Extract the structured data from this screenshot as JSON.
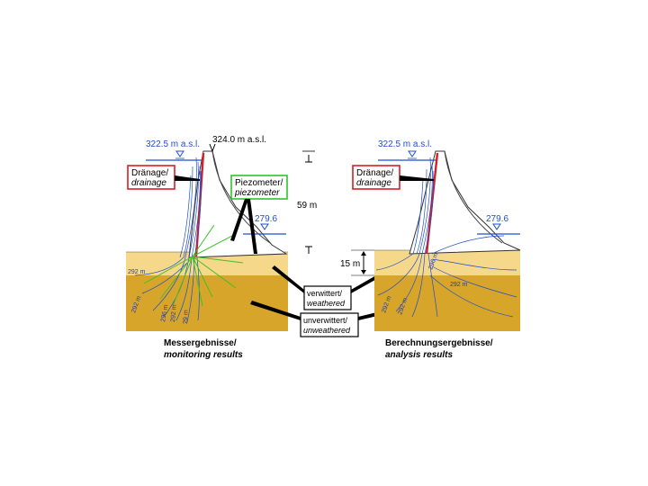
{
  "left_panel": {
    "upstream_level": "322.5 m a.s.l.",
    "crest_level": "324.0 m a.s.l.",
    "downstream_level": "279.6",
    "drainage_label": "Dränage/",
    "drainage_label_en": "drainage",
    "piezometer_label": "Piezometer/",
    "piezometer_label_en": "piezometer",
    "contour_labels": [
      "292 m",
      "292 m",
      "296 m",
      "292 m",
      "29 m"
    ],
    "caption_de": "Messergebnisse/",
    "caption_en": "monitoring results"
  },
  "middle": {
    "height_label": "59 m",
    "depth_label": "15 m",
    "weathered_de": "verwittert/",
    "weathered_en": "weathered",
    "unweathered_de": "unverwittert/",
    "unweathered_en": "unweathered"
  },
  "right_panel": {
    "upstream_level": "322.5 m a.s.l.",
    "downstream_level": "279.6",
    "drainage_label": "Dränage/",
    "drainage_label_en": "drainage",
    "contour_labels": [
      "296 m",
      "292 m",
      "292 m",
      "292 m"
    ],
    "caption_de": "Berechnungsergebnisse/",
    "caption_en": "analysis results"
  },
  "colors": {
    "rock_weathered": "#f6d88a",
    "rock_unweathered": "#d7a52a",
    "water": "#1f4fc9",
    "drain": "#d61f26",
    "piezometer_lines": "#3ec12a",
    "piezometer_box": "#2fc42f"
  }
}
